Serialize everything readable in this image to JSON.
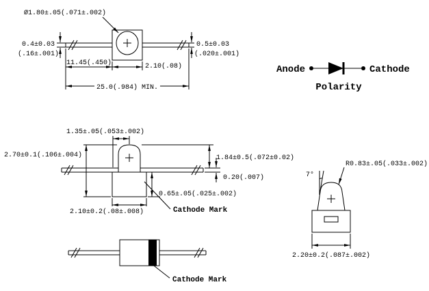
{
  "drawing": {
    "top_view": {
      "diameter_dim": "Ø1.80±.05(.071±.002)",
      "lead_dia_left_mm": "0.4±0.03",
      "lead_dia_left_in": "(.16±.001)",
      "lead_dia_right_mm": "0.5±0.03",
      "lead_dia_right_in": "(.020±.001)",
      "lead_length_dim": "11.45(.450)",
      "body_length_dim": "2.10(.08)",
      "overall_length_dim": "25.0(.984) MIN."
    },
    "polarity": {
      "anode_label": "Anode",
      "cathode_label": "Cathode",
      "caption": "Polarity"
    },
    "side_view": {
      "dome_offset_dim": "1.35±.05(.053±.002)",
      "overall_height_dim": "2.70±0.1(.106±.004)",
      "dome_height_dim": "1.84±0.5(.072±0.02)",
      "lead_thickness_dim": "0.20(.007)",
      "base_height_dim": "0.65±.05(.025±.002)",
      "body_length_dim": "2.10±0.2(.08±.008)",
      "cathode_mark_label": "Cathode Mark"
    },
    "bottom_view": {
      "cathode_mark_label": "Cathode Mark"
    },
    "end_view": {
      "dome_radius_dim": "R0.83±.05(.033±.002)",
      "draft_angle": "7°",
      "body_width_dim": "2.20±0.2(.087±.002)"
    },
    "colors": {
      "line": "#000000",
      "background": "#ffffff",
      "cathode_band": "#000000"
    }
  }
}
